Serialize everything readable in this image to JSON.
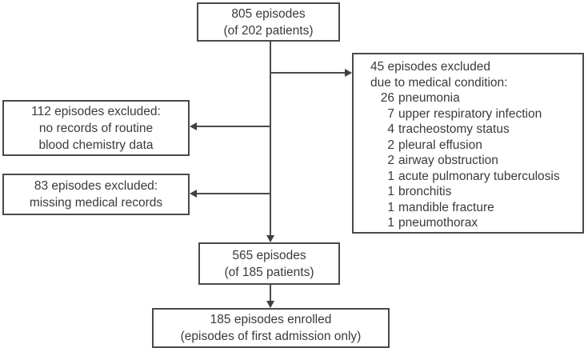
{
  "figure": {
    "boxes": {
      "initial": {
        "line1": "805 episodes",
        "line2": "(of 202 patients)"
      },
      "excluded_medical": {
        "header1": "45 episodes excluded",
        "header2": "due to medical condition:",
        "items": [
          {
            "count": "26",
            "label": "pneumonia"
          },
          {
            "count": "7",
            "label": "upper respiratory infection"
          },
          {
            "count": "4",
            "label": "tracheostomy status"
          },
          {
            "count": "2",
            "label": "pleural effusion"
          },
          {
            "count": "2",
            "label": "airway obstruction"
          },
          {
            "count": "1",
            "label": "acute pulmonary tuberculosis"
          },
          {
            "count": "1",
            "label": "bronchitis"
          },
          {
            "count": "1",
            "label": "mandible fracture"
          },
          {
            "count": "1",
            "label": "pneumothorax"
          }
        ]
      },
      "excluded_no_labs": {
        "line1": "112 episodes excluded:",
        "line2": "no records of routine",
        "line3": "blood chemistry data"
      },
      "excluded_missing_records": {
        "line1": "83 episodes excluded:",
        "line2": "missing medical records"
      },
      "after_exclusion": {
        "line1": "565 episodes",
        "line2": "(of 185 patients)"
      },
      "enrolled": {
        "line1": "185 episodes enrolled",
        "line2": "(episodes of first admission only)"
      }
    },
    "colors": {
      "border": "#4a4a4a",
      "text": "#3a3a3a",
      "arrow": "#3f3f3f",
      "background": "#ffffff"
    }
  }
}
